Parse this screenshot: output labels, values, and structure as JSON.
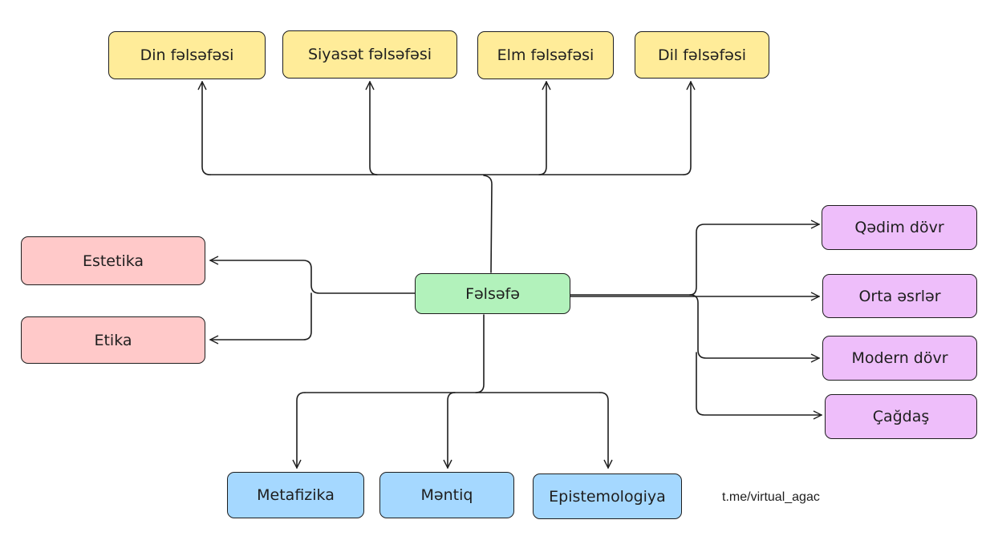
{
  "root": {
    "label": "Fəlsəfə",
    "color": "#b2f2bb"
  },
  "branches": {
    "top": {
      "color": "#ffec99",
      "items": [
        {
          "label": "Din fəlsəfəsi"
        },
        {
          "label": "Siyasət fəlsəfəsi"
        },
        {
          "label": "Elm fəlsəfəsi"
        },
        {
          "label": "Dil fəlsəfəsi"
        }
      ]
    },
    "left": {
      "color": "#ffc9c9",
      "items": [
        {
          "label": "Estetika"
        },
        {
          "label": "Etika"
        }
      ]
    },
    "right": {
      "color": "#eebefa",
      "items": [
        {
          "label": "Qədim dövr"
        },
        {
          "label": "Orta əsrlər"
        },
        {
          "label": "Modern dövr"
        },
        {
          "label": "Çağdaş"
        }
      ]
    },
    "bottom": {
      "color": "#a5d8ff",
      "items": [
        {
          "label": "Metafizika"
        },
        {
          "label": "Məntiq"
        },
        {
          "label": "Epistemologiya"
        }
      ]
    }
  },
  "watermark": "t.me/virtual_agac",
  "line_color": "#1e1e1e"
}
